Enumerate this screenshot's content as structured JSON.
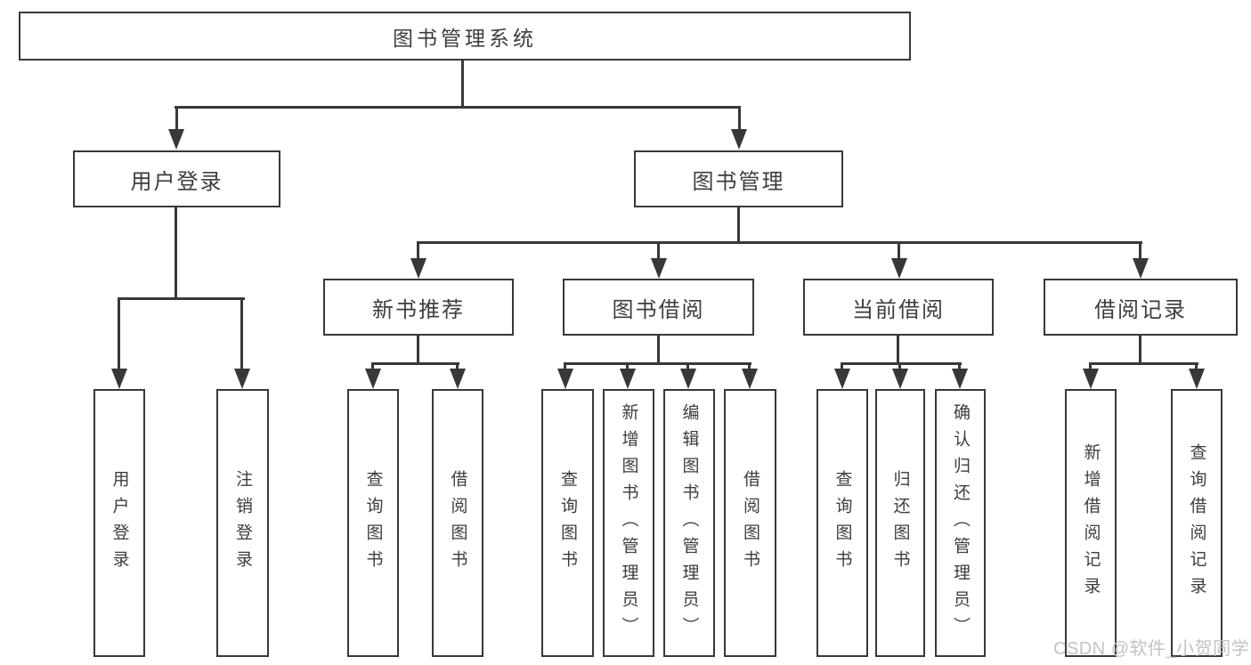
{
  "diagram": {
    "type": "hierarchy-tree",
    "title": "图书管理系统",
    "tree": {
      "label": "图书管理系统",
      "children": [
        {
          "label": "用户登录",
          "children": [
            {
              "label": "用户登录"
            },
            {
              "label": "注销登录"
            }
          ]
        },
        {
          "label": "图书管理",
          "children": [
            {
              "label": "新书推荐",
              "children": [
                {
                  "label": "查询图书"
                },
                {
                  "label": "借阅图书"
                }
              ]
            },
            {
              "label": "图书借阅",
              "children": [
                {
                  "label": "查询图书"
                },
                {
                  "label": "新增图书（管理员）"
                },
                {
                  "label": "编辑图书（管理员）"
                },
                {
                  "label": "借阅图书"
                }
              ]
            },
            {
              "label": "当前借阅",
              "children": [
                {
                  "label": "查询图书"
                },
                {
                  "label": "归还图书"
                },
                {
                  "label": "确认归还（管理员）"
                }
              ]
            },
            {
              "label": "借阅记录",
              "children": [
                {
                  "label": "新增借阅记录"
                },
                {
                  "label": "查询借阅记录"
                }
              ]
            }
          ]
        }
      ]
    }
  },
  "nodes": {
    "root": "图书管理系统",
    "user_login": "用户登录",
    "book_mgmt": "图书管理",
    "new_book_rec": "新书推荐",
    "book_borrow": "图书借阅",
    "current_borrow": "当前借阅",
    "borrow_records": "借阅记录",
    "a1": "用户登录",
    "a2": "注销登录",
    "b1": "查询图书",
    "b2": "借阅图书",
    "c1": "查询图书",
    "c2": "新增图书（管理员）",
    "c3": "编辑图书（管理员）",
    "c4": "借阅图书",
    "d1": "查询图书",
    "d2": "归还图书",
    "d3": "确认归还（管理员）",
    "e1": "新增借阅记录",
    "e2": "查询借阅记录"
  },
  "colors": {
    "line": "#383838",
    "text": "#3d3d3d",
    "background": "#ffffff",
    "watermark": "#c2c2c2"
  },
  "watermark": "CSDN @软件_小贺同学"
}
